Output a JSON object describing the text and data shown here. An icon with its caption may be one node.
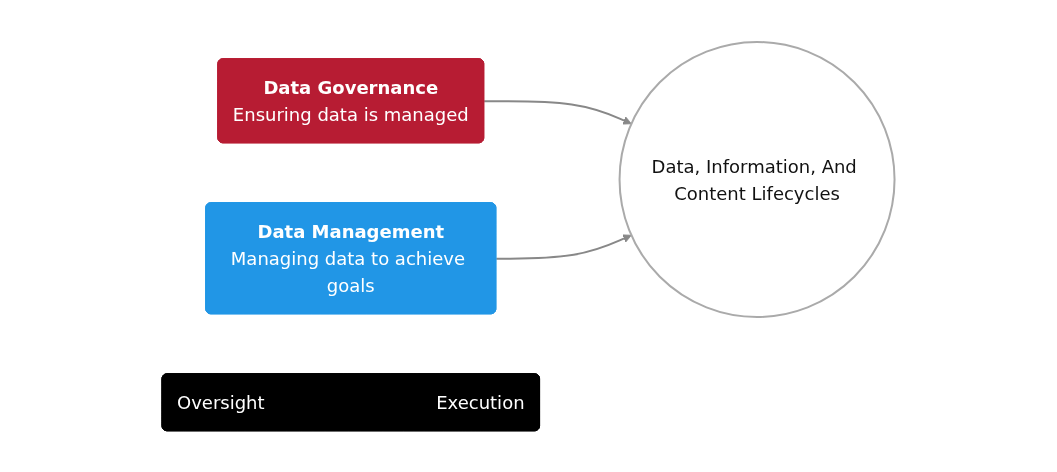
{
  "diagram": {
    "nodes": [
      {
        "text": [
          "Data Governance",
          "Ensuring data is managed"
        ]
      },
      {
        "text": [
          "Data, Information, And Content Lifecycles"
        ]
      },
      {
        "text": [
          "Data Management",
          "Managing data to achieve goals"
        ]
      },
      {
        "text": [
          "Oversight",
          "Execution"
        ]
      }
    ],
    "edges": [
      {
        "from": 0,
        "to": 1,
        "arrow": "to"
      },
      {
        "from": 2,
        "to": 1,
        "arrow": "to"
      }
    ]
  }
}
